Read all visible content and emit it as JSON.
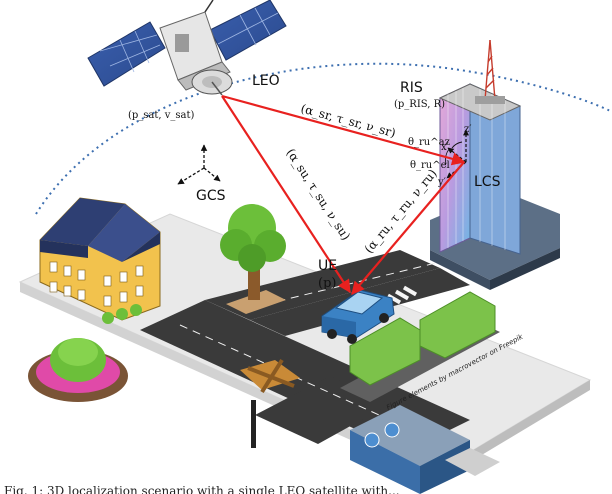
{
  "labels": {
    "leo": "LEO",
    "leo_state": "(p_sat, v_sat)",
    "ris": "RIS",
    "ris_state": "(p_RIS, R)",
    "gcs": "GCS",
    "lcs": "LCS",
    "ue": "UE",
    "ue_state": "(p)",
    "credit": "Figure elements by macrovector on Freepik",
    "caption_fragment": "Fig. 1: 3D localization scenario with a single LEO satellite with..."
  },
  "links": {
    "sat_ris": "(α_sr, τ_sr, ν_sr)",
    "sat_ue": "(α_su, τ_su, ν_su)",
    "ris_ue": "(α_ru, τ_ru, ν_ru)"
  },
  "ris_axes": {
    "x": "x′",
    "y": "y′",
    "z": "z′",
    "theta_az": "θ_ru^az",
    "theta_el": "θ_ru^el"
  },
  "colors": {
    "link": "#e8211f",
    "orbit": "#3d6fb0",
    "road": "#3a3a3a",
    "ground": "#ececec",
    "grass": "#7cc24a"
  }
}
